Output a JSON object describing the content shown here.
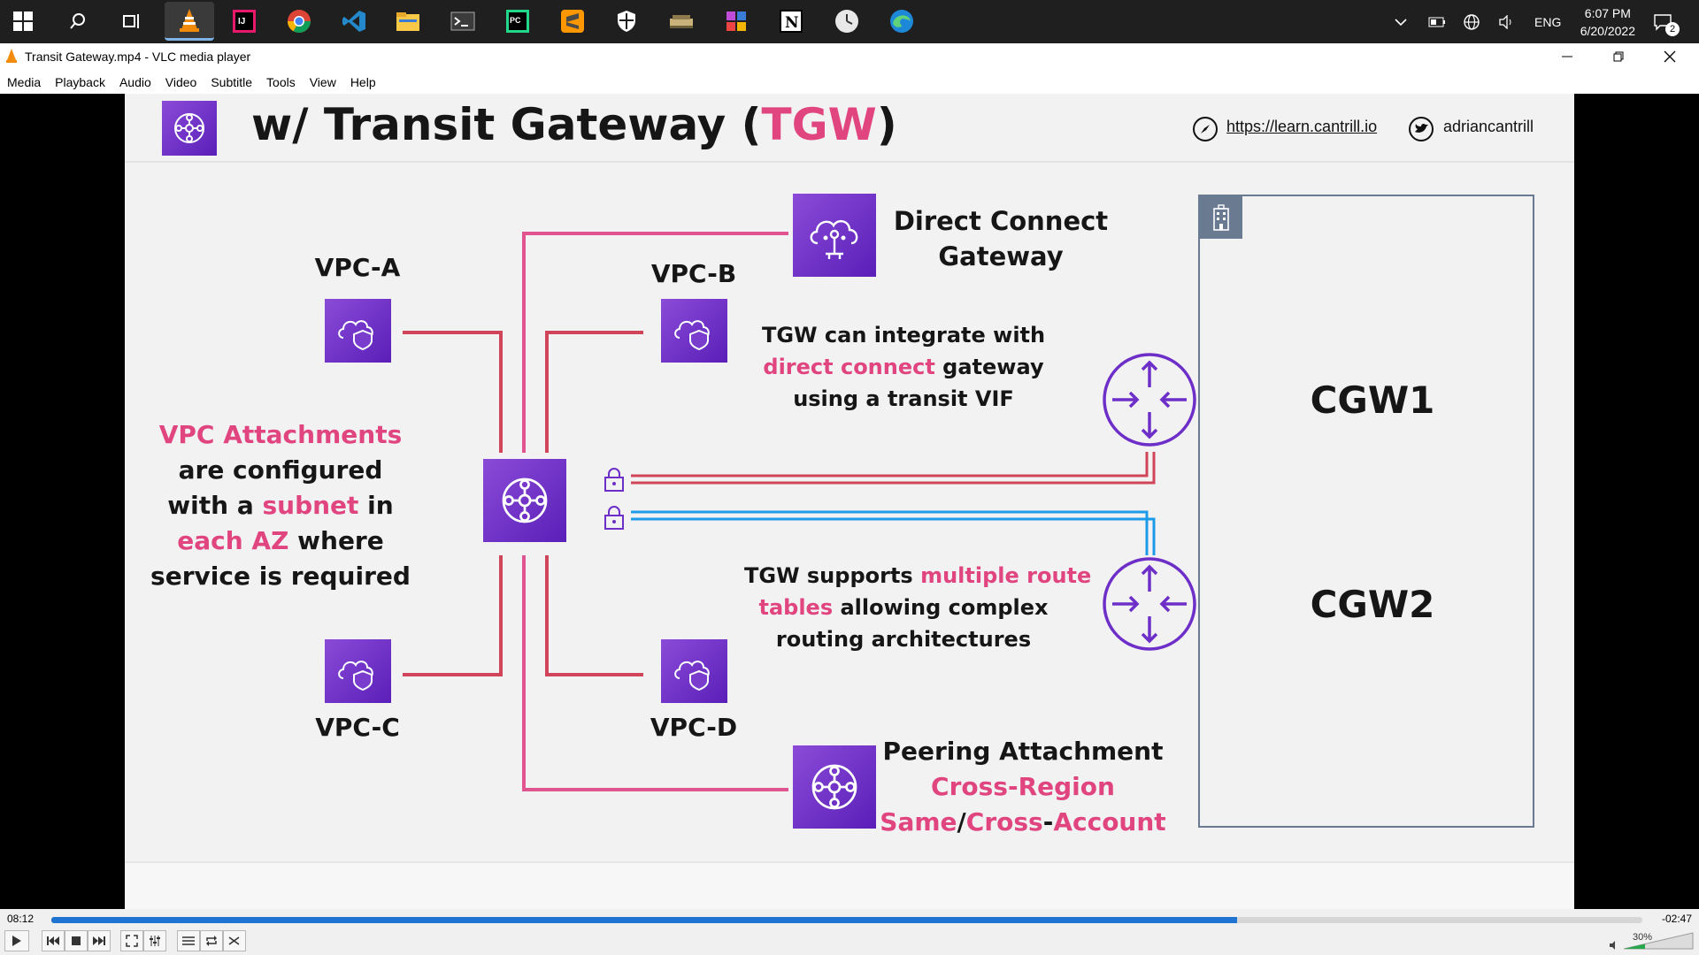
{
  "taskbar": {
    "icons": [
      "windows-start-icon",
      "search-icon",
      "task-view-icon",
      "vlc-icon",
      "intellij-icon",
      "chrome-icon",
      "vscode-icon",
      "file-explorer-icon",
      "terminal-icon",
      "pycharm-icon",
      "sublime-icon",
      "security-icon",
      "app-icon",
      "app2-icon",
      "notion-icon",
      "clock-app-icon",
      "edge-icon"
    ],
    "language": "ENG",
    "time": "6:07 PM",
    "date": "6/20/2022",
    "notifications": "2"
  },
  "window": {
    "title": "Transit Gateway.mp4 - VLC media player",
    "menu": [
      "Media",
      "Playback",
      "Audio",
      "Video",
      "Subtitle",
      "Tools",
      "View",
      "Help"
    ]
  },
  "slide": {
    "title_prefix": "w/ Transit Gateway (",
    "title_accent": "TGW",
    "title_suffix": ")",
    "link": "https://learn.cantrill.io",
    "twitter": "adriancantrill",
    "vpc_a": "VPC-A",
    "vpc_b": "VPC-B",
    "vpc_c": "VPC-C",
    "vpc_d": "VPC-D",
    "dcg_line1": "Direct Connect",
    "dcg_line2": "Gateway",
    "attach_1": "VPC Attachments",
    "attach_2": "are configured",
    "attach_3a": "with a ",
    "attach_3b": "subnet",
    "attach_3c": " in",
    "attach_4a": "each AZ",
    "attach_4b": " where",
    "attach_5": "service is required",
    "dc_note_1": "TGW can integrate with",
    "dc_note_2a": "direct connect",
    "dc_note_2b": " gateway",
    "dc_note_3": "using a transit VIF",
    "rt_note_1a": "TGW supports ",
    "rt_note_1b": "multiple route",
    "rt_note_2a": "tables",
    "rt_note_2b": " allowing complex",
    "rt_note_3": "routing architectures",
    "cgw1": "CGW1",
    "cgw2": "CGW2",
    "peer_1": "Peering Attachment",
    "peer_2": "Cross-Region",
    "peer_3a": "Same",
    "peer_3b": "/",
    "peer_3c": "Cross",
    "peer_3d": "-",
    "peer_3e": "Account"
  },
  "player": {
    "elapsed": "08:12",
    "remaining": "-02:47",
    "progress": 0.745,
    "volume": "30%"
  },
  "colors": {
    "pink": "#e0457f",
    "red_line": "#d0455a",
    "blue_line": "#1e9be8",
    "purple": "#6d2fc8",
    "taskbar": "#1f1f1f"
  }
}
